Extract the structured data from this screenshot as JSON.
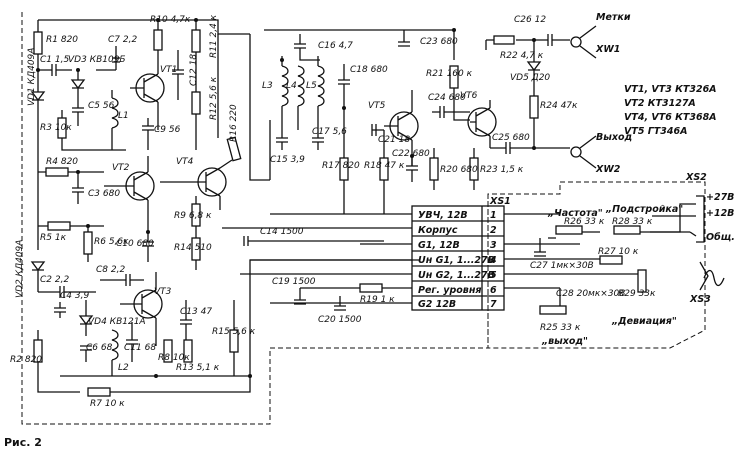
{
  "caption": "Рис. 2",
  "legend": [
    "VT1, VT3 КТ326А",
    "VT2 КТ3127А",
    "VT4, VT6 КТ368А",
    "VT5 ГТ346А"
  ],
  "xs1": {
    "name": "XS1",
    "rows": [
      {
        "text": "УВЧ, 12В",
        "pin": "1"
      },
      {
        "text": "Корпус",
        "pin": "2"
      },
      {
        "text": "G1, 12В",
        "pin": "3"
      },
      {
        "text": "Uн G1, 1...27В",
        "pin": "4"
      },
      {
        "text": "Uн G2, 1...27В",
        "pin": "5"
      },
      {
        "text": "Рег. уровня",
        "pin": "6"
      },
      {
        "text": "G2 12В",
        "pin": "7"
      }
    ]
  },
  "xs2": {
    "name": "XS2",
    "labels": [
      "+27В",
      "+12В",
      "Общ."
    ]
  },
  "xs3": {
    "name": "XS3"
  },
  "connectors": {
    "xw1": "XW1",
    "xw2": "XW2",
    "metki": "Метки",
    "vyhod": "Выход"
  },
  "controls": {
    "chastota": "„Частота\"",
    "podstroika": "„Подстройка\"",
    "vyhod": "„выход\"",
    "deviaciya": "„Девиация\""
  },
  "components": [
    {
      "id": "r1",
      "label": "R1 820"
    },
    {
      "id": "c1",
      "label": "C1 1,5"
    },
    {
      "id": "vd3",
      "label": "VD3 КВ109Б"
    },
    {
      "id": "c7",
      "label": "C7 2,2"
    },
    {
      "id": "r10",
      "label": "R10 4,7к"
    },
    {
      "id": "vt1",
      "label": "VT1"
    },
    {
      "id": "c12",
      "label": "C12 18"
    },
    {
      "id": "r11",
      "label": "R11 2,4 к"
    },
    {
      "id": "vd1",
      "label": "VD1 КД409А"
    },
    {
      "id": "c5",
      "label": "C5 56"
    },
    {
      "id": "r3",
      "label": "R3 10к"
    },
    {
      "id": "l1",
      "label": "L1"
    },
    {
      "id": "c9",
      "label": "C9 56"
    },
    {
      "id": "r12",
      "label": "R12 5,6 к"
    },
    {
      "id": "r16",
      "label": "R16 220"
    },
    {
      "id": "r4",
      "label": "R4 820"
    },
    {
      "id": "c3",
      "label": "C3 680"
    },
    {
      "id": "vt2",
      "label": "VT2"
    },
    {
      "id": "vt4",
      "label": "VT4"
    },
    {
      "id": "r9",
      "label": "R9 6,8 к"
    },
    {
      "id": "r5",
      "label": "R5 1к"
    },
    {
      "id": "r6",
      "label": "R6 5,6к"
    },
    {
      "id": "c10",
      "label": "C10 680"
    },
    {
      "id": "r14",
      "label": "R14 510"
    },
    {
      "id": "c14",
      "label": "C14 1500"
    },
    {
      "id": "vd2",
      "label": "VD2 КД409А"
    },
    {
      "id": "c2",
      "label": "C2 2,2"
    },
    {
      "id": "c4",
      "label": "C4 3,9"
    },
    {
      "id": "c8",
      "label": "C8 2,2"
    },
    {
      "id": "vd4",
      "label": "VD4 КВ121А"
    },
    {
      "id": "vt3",
      "label": "VT3"
    },
    {
      "id": "c13",
      "label": "C13 47"
    },
    {
      "id": "r15",
      "label": "R15 5,6 к"
    },
    {
      "id": "c6",
      "label": "C6 68"
    },
    {
      "id": "c11",
      "label": "C11 68"
    },
    {
      "id": "l2",
      "label": "L2"
    },
    {
      "id": "r8",
      "label": "R8 10к"
    },
    {
      "id": "r13",
      "label": "R13 5,1 к"
    },
    {
      "id": "r2",
      "label": "R2 820"
    },
    {
      "id": "r7",
      "label": "R7 10 к"
    },
    {
      "id": "c16",
      "label": "C16 4,7"
    },
    {
      "id": "c18",
      "label": "C18 680"
    },
    {
      "id": "l3",
      "label": "L3"
    },
    {
      "id": "l4",
      "label": "L4"
    },
    {
      "id": "l5",
      "label": "L5"
    },
    {
      "id": "c15",
      "label": "C15 3,9"
    },
    {
      "id": "c17",
      "label": "C17 5,6"
    },
    {
      "id": "r17",
      "label": "R17 820"
    },
    {
      "id": "r18",
      "label": "R18 47 к"
    },
    {
      "id": "c21",
      "label": "C21 18"
    },
    {
      "id": "vt5",
      "label": "VT5"
    },
    {
      "id": "c22",
      "label": "C22 680"
    },
    {
      "id": "c23",
      "label": "C23 680"
    },
    {
      "id": "r21",
      "label": "R21 160 к"
    },
    {
      "id": "c24",
      "label": "C24 680"
    },
    {
      "id": "vt6",
      "label": "VT6"
    },
    {
      "id": "r20",
      "label": "R20 680"
    },
    {
      "id": "r23",
      "label": "R23 1,5 к"
    },
    {
      "id": "c25",
      "label": "C25 680"
    },
    {
      "id": "c26",
      "label": "C26 12"
    },
    {
      "id": "r22",
      "label": "R22 4,7 к"
    },
    {
      "id": "vd5",
      "label": "VD5 Д20"
    },
    {
      "id": "r24",
      "label": "R24 47к"
    },
    {
      "id": "c19",
      "label": "C19 1500"
    },
    {
      "id": "c20",
      "label": "C20 1500"
    },
    {
      "id": "r19",
      "label": "R19 1 к"
    },
    {
      "id": "r26",
      "label": "R26 33 к"
    },
    {
      "id": "r28",
      "label": "R28 33 к"
    },
    {
      "id": "r27",
      "label": "R27 10 к"
    },
    {
      "id": "c27",
      "label": "C27 1мк×30В"
    },
    {
      "id": "c28",
      "label": "C28 20мк×30В"
    },
    {
      "id": "r29",
      "label": "R29 33к"
    },
    {
      "id": "r25",
      "label": "R25 33 к"
    }
  ]
}
